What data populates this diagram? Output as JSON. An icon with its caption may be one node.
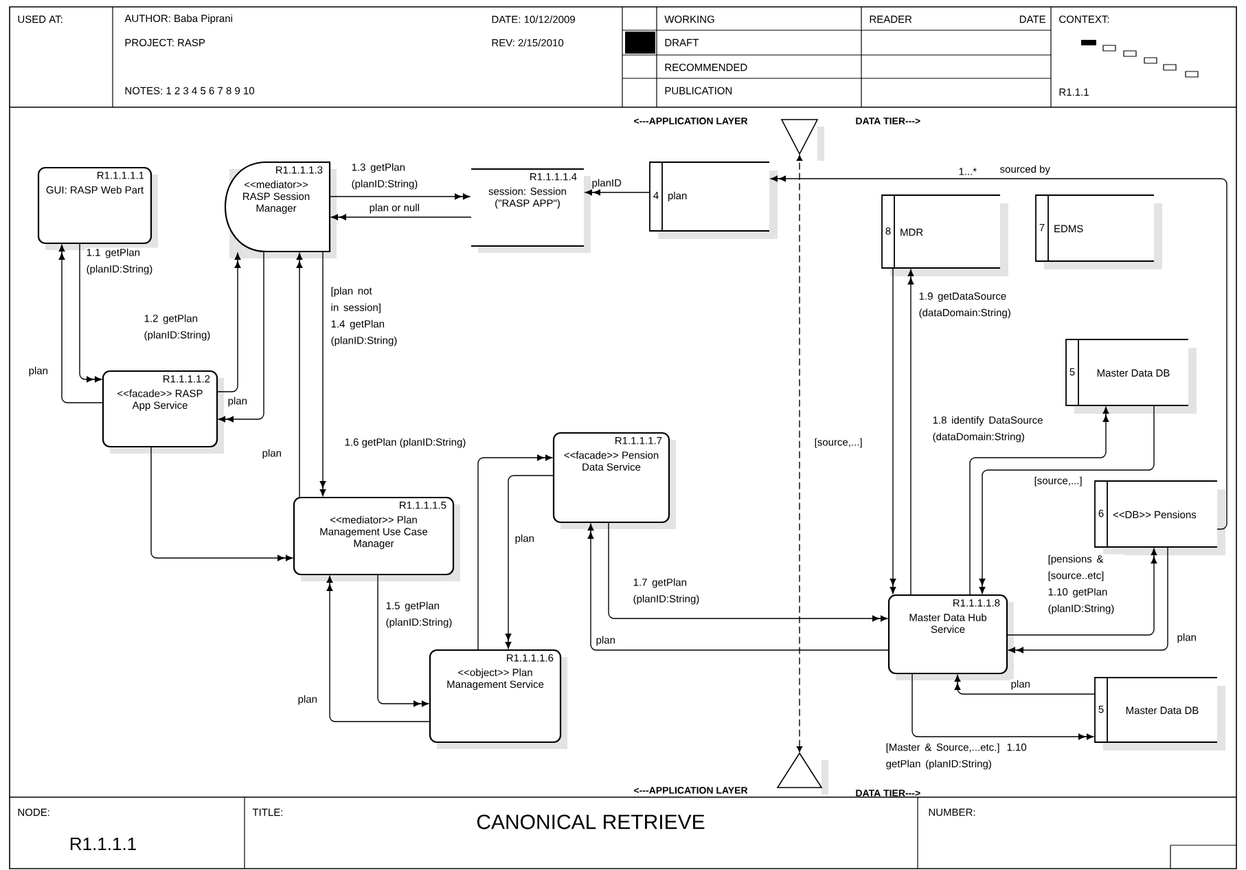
{
  "diagram": {
    "title": "CANONICAL RETRIEVE",
    "nodes": [
      {
        "text": [
          "R1.1.1.1.1",
          "GUI: RASP Web Part"
        ]
      },
      {
        "text": [
          "R1.1.1.1.3",
          "<<mediator>> RASP Session Manager"
        ]
      },
      {
        "text": [
          "R1.1.1.1.4",
          "session: Session (\"RASP APP\")"
        ]
      },
      {
        "text": [
          "4",
          "plan"
        ]
      },
      {
        "text": [
          "8",
          "MDR"
        ]
      },
      {
        "text": [
          "7",
          "EDMS"
        ]
      },
      {
        "text": [
          "R1.1.1.1.2",
          "<<facade>> RASP App Service"
        ]
      },
      {
        "text": [
          "5",
          "Master Data DB"
        ]
      },
      {
        "text": [
          "R1.1.1.1.7",
          "<<facade>> Pension Data Service"
        ]
      },
      {
        "text": [
          "R1.1.1.1.5",
          "<<mediator>> Plan Management Use Case Manager"
        ]
      },
      {
        "text": [
          "6",
          "<<DB>> Pensions"
        ]
      },
      {
        "text": [
          "R1.1.1.1.8",
          "Master Data Hub Service"
        ]
      },
      {
        "text": [
          "R1.1.1.1.6",
          "<<object>> Plan Management Service"
        ]
      },
      {
        "text": [
          "5",
          "Master Data DB"
        ]
      },
      {
        "text": [],
        "shape": "triangle"
      },
      {
        "text": [],
        "shape": "triangle"
      }
    ],
    "edges": [
      {
        "from": 0,
        "to": 6,
        "arrow": "to",
        "label": "1.1 getPlan (planID:String)"
      },
      {
        "from": 6,
        "to": 0,
        "arrow": "to",
        "label": "plan"
      },
      {
        "from": 6,
        "to": 1,
        "arrow": "to",
        "label": "1.2 getPlan (planID:String)"
      },
      {
        "from": 1,
        "to": 6,
        "arrow": "to",
        "label": "plan"
      },
      {
        "from": 1,
        "to": 2,
        "arrow": "to",
        "label": "1.3 getPlan (planID:String)"
      },
      {
        "from": 2,
        "to": 1,
        "arrow": "to",
        "label": "plan or null"
      },
      {
        "from": 3,
        "to": 2,
        "arrow": "to",
        "label": "planID"
      },
      {
        "from": 1,
        "to": 9,
        "arrow": "to",
        "label": "[plan not in session] 1.4 getPlan (planID:String)"
      },
      {
        "from": 9,
        "to": 1,
        "arrow": "to",
        "label": "plan"
      },
      {
        "from": 6,
        "to": 9,
        "arrow": "to"
      },
      {
        "from": 9,
        "to": 12,
        "arrow": "to",
        "label": "1.5 getPlan (planID:String)"
      },
      {
        "from": 12,
        "to": 9,
        "arrow": "to",
        "label": "plan"
      },
      {
        "from": 12,
        "to": 8,
        "arrow": "to",
        "label": "1.6 getPlan (planID:String)"
      },
      {
        "from": 8,
        "to": 12,
        "arrow": "to",
        "label": "plan"
      },
      {
        "from": 8,
        "to": 11,
        "arrow": "to",
        "label": "1.7 getPlan (planID:String)"
      },
      {
        "from": 11,
        "to": 8,
        "arrow": "to",
        "label": "plan"
      },
      {
        "from": 11,
        "to": 4,
        "arrow": "to",
        "label": "1.9 getDataSource (dataDomain:String)"
      },
      {
        "from": 4,
        "to": 11,
        "arrow": "to",
        "label": "[source,...]"
      },
      {
        "from": 11,
        "to": 7,
        "arrow": "to",
        "label": "1.8 identify DataSource (dataDomain:String)"
      },
      {
        "from": 7,
        "to": 11,
        "arrow": "to",
        "label": "[source,...]"
      },
      {
        "from": 11,
        "to": 10,
        "arrow": "to",
        "label": "[pensions & [source..etc] 1.10 getPlan (planID:String)"
      },
      {
        "from": 10,
        "to": 11,
        "arrow": "to",
        "label": "plan"
      },
      {
        "from": 13,
        "to": 11,
        "arrow": "to",
        "label": "plan"
      },
      {
        "from": 11,
        "to": 13,
        "arrow": "to",
        "label": "[Master & Source,...etc.] 1.10 getPlan (planID:String)"
      },
      {
        "from": 10,
        "to": 3,
        "arrow": "to",
        "label": "sourced by"
      },
      {
        "from": 15,
        "to": 14,
        "arrow": "both",
        "style": "dashed"
      }
    ],
    "labels": [
      "USED AT:",
      "AUTHOR: Baba Piprani",
      "PROJECT: RASP",
      "NOTES: 1 2 3 4 5 6 7 8 9 10",
      "DATE: 10/12/2009",
      "REV: 2/15/2010",
      "WORKING",
      "DRAFT",
      "RECOMMENDED",
      "PUBLICATION",
      "READER",
      "DATE",
      "CONTEXT:",
      "R1.1.1",
      "<---APPLICATION LAYER",
      "DATA TIER--->",
      "1...*",
      "<---APPLICATION LAYER",
      "DATA TIER--->",
      "NODE:",
      "R1.1.1.1",
      "TITLE:",
      "NUMBER:"
    ]
  }
}
